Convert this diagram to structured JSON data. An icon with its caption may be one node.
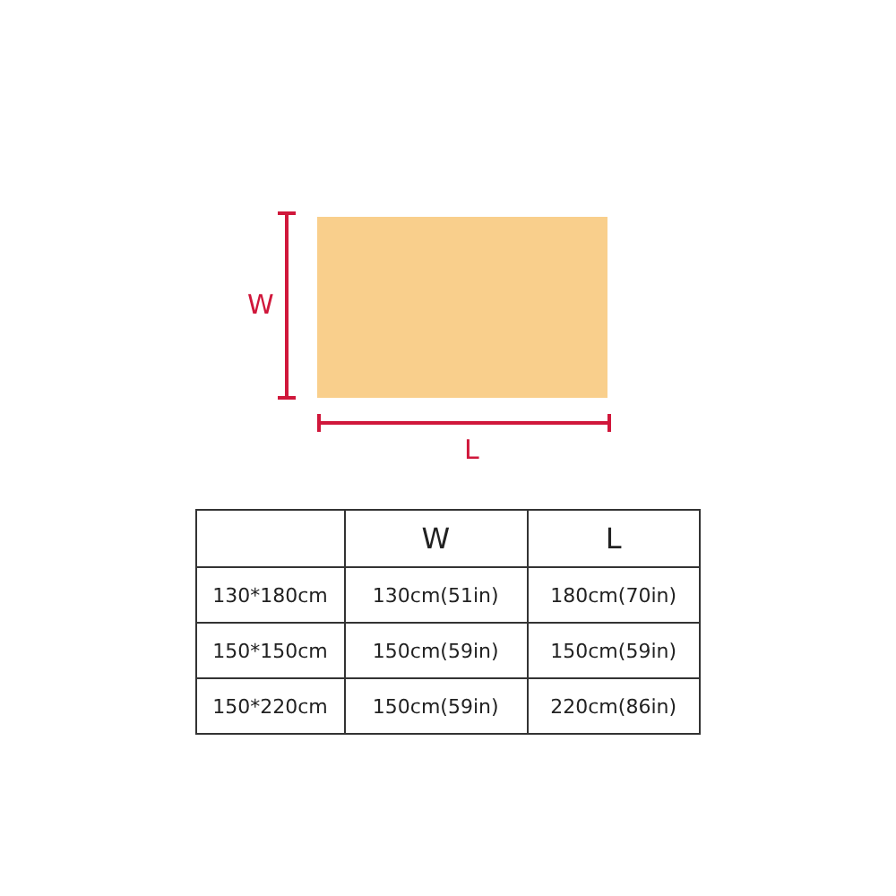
{
  "diagram": {
    "nodes": [
      {
        "text": [],
        "shape": "box"
      }
    ],
    "labels": [
      "W",
      "L",
      "W",
      "L",
      "130*180cm",
      "130cm(51in)",
      "180cm(70in)",
      "150*150cm",
      "150cm(59in)",
      "150cm(59in)",
      "150*220cm",
      "150cm(59in)",
      "220cm(86in)"
    ]
  }
}
